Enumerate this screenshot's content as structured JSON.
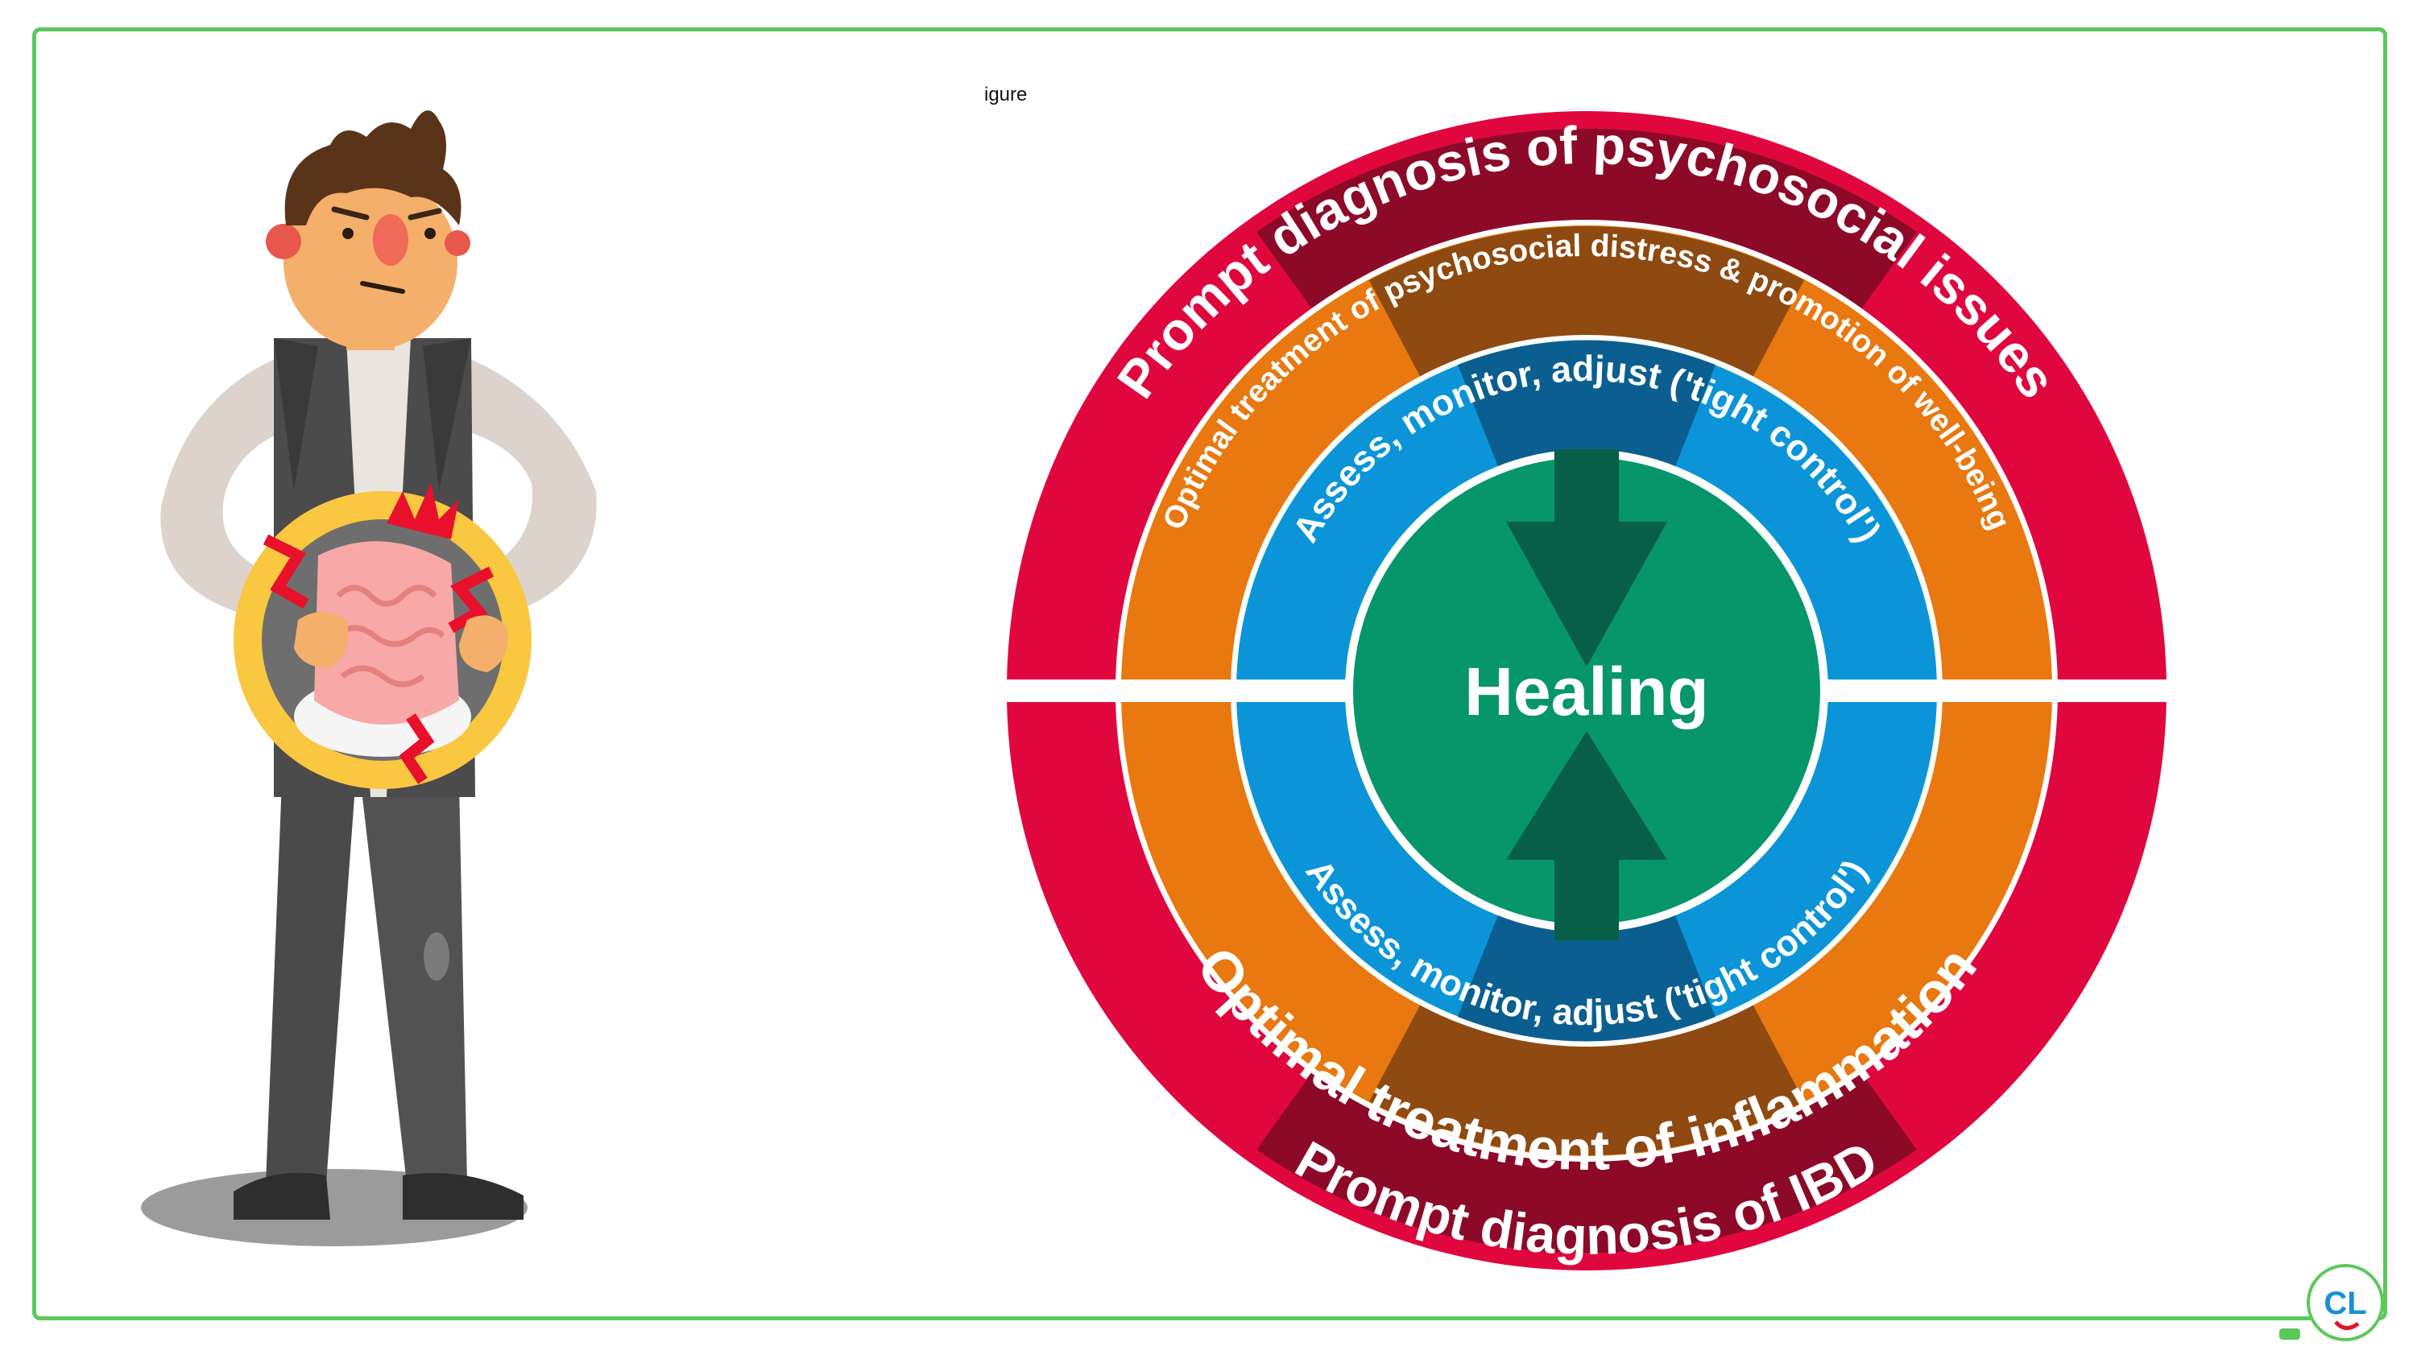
{
  "figure_label": "igure",
  "diagram": {
    "center_label": "Healing",
    "ring_outer_top": "Prompt diagnosis of psychosocial issues",
    "ring_middle_top": "Optimal treatment of psychosocial distress & promotion of well-being",
    "ring_inner_top": "Assess, monitor, adjust ('tight control')",
    "ring_inner_bottom": "Assess, monitor, adjust ('tight control')",
    "ring_middle_bottom": "Optimal treatment of inflammation",
    "ring_outer_bottom": "Prompt diagnosis of IBD",
    "colors": {
      "outer": "#e0073f",
      "outer_dark": "#8c0a28",
      "middle": "#e8780f",
      "middle_dark": "#8e4a10",
      "inner": "#0b95d8",
      "inner_dark": "#0b5f90",
      "core": "#07966a",
      "core_dark": "#075f48"
    }
  },
  "logo": {
    "text": "CL"
  }
}
